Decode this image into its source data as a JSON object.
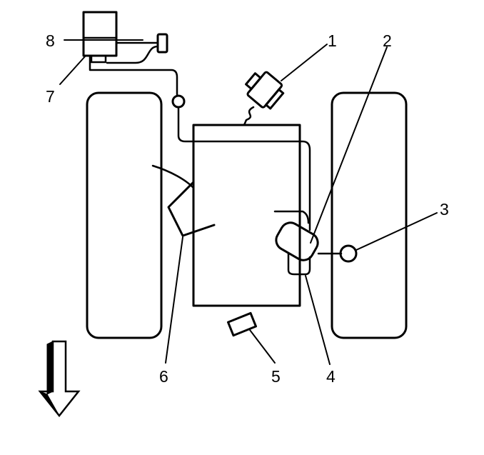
{
  "diagram": {
    "callouts": [
      {
        "id": "1",
        "label": "1"
      },
      {
        "id": "2",
        "label": "2"
      },
      {
        "id": "3",
        "label": "3"
      },
      {
        "id": "4",
        "label": "4"
      },
      {
        "id": "5",
        "label": "5"
      },
      {
        "id": "6",
        "label": "6"
      },
      {
        "id": "7",
        "label": "7"
      },
      {
        "id": "8",
        "label": "8"
      }
    ],
    "colors": {
      "line": "#000000",
      "background": "#ffffff"
    },
    "icons": {
      "direction": "arrow-down-icon"
    }
  }
}
